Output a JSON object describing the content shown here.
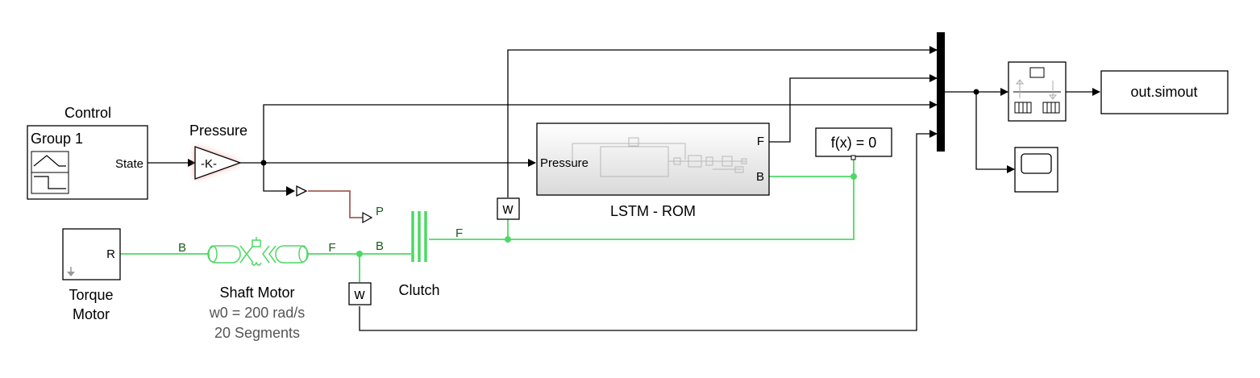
{
  "colors": {
    "physical_connection": "#4cd964",
    "brown_connection": "#a0605a",
    "signal": "#000000",
    "highlight": "#ff6b6b"
  },
  "blocks": {
    "control": {
      "title": "Control",
      "group_label": "Group 1",
      "port_state": "State",
      "icon": "signal-builder-icon"
    },
    "pressure_gain": {
      "title": "Pressure",
      "gain_text": "-K-"
    },
    "lstm_rom": {
      "name": "LSTM - ROM",
      "port_pressure": "Pressure",
      "port_f": "F",
      "port_b": "B"
    },
    "fx_solver": {
      "text": "f(x) = 0"
    },
    "clutch": {
      "name": "Clutch",
      "port_p": "P",
      "port_b": "B",
      "port_f": "F"
    },
    "shaft_motor": {
      "name": "Shaft Motor",
      "param1": "w0 = 200 rad/s",
      "param2": "20 Segments",
      "port_b": "B",
      "port_f": "F"
    },
    "torque_motor": {
      "name_line1": "Torque",
      "name_line2": "Motor",
      "port_r": "R"
    },
    "w_sensor_top": {
      "text": "w"
    },
    "w_sensor_bottom": {
      "text": "w"
    },
    "output": {
      "text": "out.simout"
    },
    "scope": {
      "icon": "scope-icon"
    },
    "buffer": {
      "icon": "buffer-icon"
    },
    "mux": {
      "icon": "mux-bar"
    }
  }
}
